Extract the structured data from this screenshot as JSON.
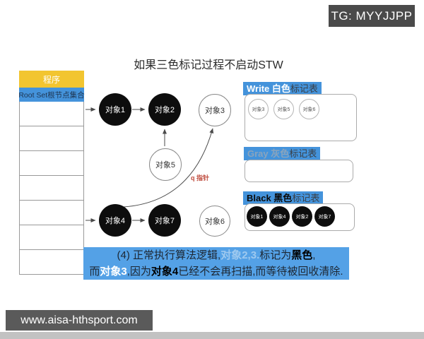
{
  "badges": {
    "tg": "TG: MYYJJPP",
    "site": "www.aisa-hthsport.com"
  },
  "title": "如果三色标记过程不启动STW",
  "table": {
    "header": "程序",
    "root_row": "Root Set根节点集合"
  },
  "graph": {
    "nodes": {
      "n1": "对象1",
      "n2": "对象2",
      "n3": "对象3",
      "n4": "对象4",
      "n5": "对象5",
      "n6": "对象6",
      "n7": "对象7"
    },
    "pointer_label": "q 指针"
  },
  "panels": {
    "white": {
      "strong": "Write 白色",
      "suffix": "标记表",
      "items": [
        "对象3",
        "对象5",
        "对象6"
      ]
    },
    "gray": {
      "strong": "Gray 灰色",
      "suffix": "标记表",
      "items": []
    },
    "black": {
      "strong": "Black 黑色",
      "suffix": "标记表",
      "items": [
        "对象1",
        "对象4",
        "对象2",
        "对象7"
      ]
    }
  },
  "caption": {
    "l1_a": "(4) 正常执行算法逻辑,",
    "l1_b": "对象2,3.",
    "l1_c": "标记为",
    "l1_d": "黑色",
    "l1_e": ",",
    "l2_a": "而",
    "l2_b": "对象3",
    "l2_c": ",因为",
    "l2_d": "对象4",
    "l2_e": "已经不会再扫描,而等待被回收清除."
  },
  "colors": {
    "highlight_blue": "#4493db",
    "caption_blue": "#54a1e6",
    "header_yellow": "#f2c530",
    "badge_dark": "#4a4a4a",
    "node_black": "#0d0d0d",
    "pointer_red": "#bf4a3c"
  }
}
